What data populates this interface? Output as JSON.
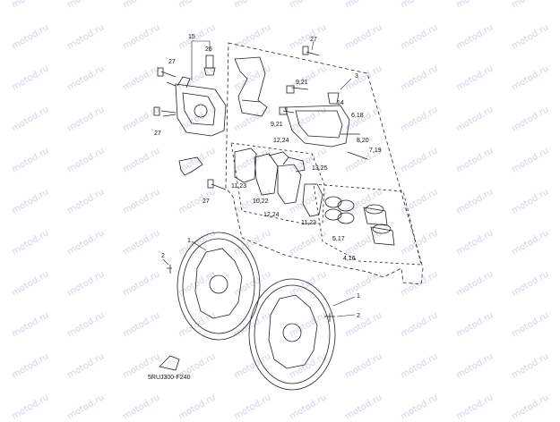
{
  "watermark": "motod.ru",
  "diagram_code": "5RUJ300-F240",
  "callouts": [
    {
      "id": "c15",
      "text": "15"
    },
    {
      "id": "c26",
      "text": "26"
    },
    {
      "id": "c27a",
      "text": "27"
    },
    {
      "id": "c27b",
      "text": "27"
    },
    {
      "id": "c27c",
      "text": "27"
    },
    {
      "id": "c27d",
      "text": "27"
    },
    {
      "id": "c3",
      "text": "3"
    },
    {
      "id": "c921a",
      "text": "9,21"
    },
    {
      "id": "c921b",
      "text": "9,21"
    },
    {
      "id": "c14",
      "text": "14"
    },
    {
      "id": "c618",
      "text": "6,18"
    },
    {
      "id": "c820",
      "text": "8,20"
    },
    {
      "id": "c719",
      "text": "7,19"
    },
    {
      "id": "c1224a",
      "text": "12,24"
    },
    {
      "id": "c1325",
      "text": "13,25"
    },
    {
      "id": "c1123a",
      "text": "11,23"
    },
    {
      "id": "c1022",
      "text": "10,22"
    },
    {
      "id": "c1224b",
      "text": "12,24"
    },
    {
      "id": "c1123b",
      "text": "11,23"
    },
    {
      "id": "c517",
      "text": "5,17"
    },
    {
      "id": "c416",
      "text": "4,16"
    },
    {
      "id": "c1a",
      "text": "1"
    },
    {
      "id": "c1b",
      "text": "1"
    },
    {
      "id": "c2a",
      "text": "2"
    },
    {
      "id": "c2b",
      "text": "2"
    }
  ],
  "colors": {
    "line": "#222222",
    "watermark": "#cfd4e3"
  }
}
